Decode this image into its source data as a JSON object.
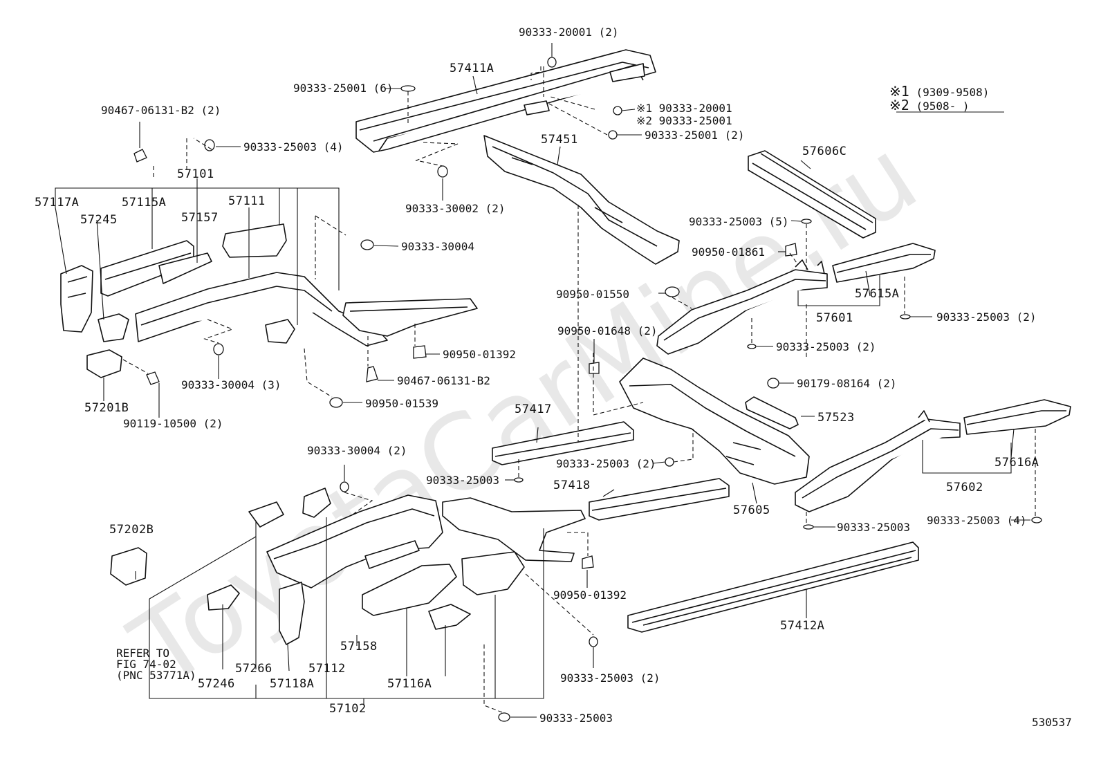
{
  "watermark": "ToyotaCarMine.ru",
  "figure_code": "530537",
  "legend": [
    {
      "mark": "※1",
      "range": "(9309-9508)"
    },
    {
      "mark": "※2",
      "range": "(9508-    )"
    }
  ],
  "labels": {
    "p90333_20001_2": "90333-20001 (2)",
    "p57411a": "57411A",
    "p90333_25001_6": "90333-25001 (6)",
    "p90467_06131_b2_2": "90467-06131-B2 (2)",
    "p90333_25003_4a": "90333-25003 (4)",
    "m1_90333_20001": "※1 90333-20001",
    "m2_90333_25001": "※2 90333-25001",
    "p90333_25001_2": "90333-25001 (2)",
    "p57451": "57451",
    "p57101": "57101",
    "p57117a": "57117A",
    "p57115a": "57115A",
    "p57111": "57111",
    "p57245": "57245",
    "p57157": "57157",
    "p90333_30002_2": "90333-30002 (2)",
    "p57606c": "57606C",
    "p90333_25003_5": "90333-25003 (5)",
    "p90333_30004_a": "90333-30004",
    "p90950_01861": "90950-01861",
    "p57615a": "57615A",
    "p90950_01550": "90950-01550",
    "p57601": "57601",
    "p90333_25003_2a": "90333-25003 (2)",
    "p90950_01648_2": "90950-01648 (2)",
    "p90333_25003_2b": "90333-25003 (2)",
    "p90950_01392_a": "90950-01392",
    "p90333_30004_3": "90333-30004 (3)",
    "p90467_06131_b2": "90467-06131-B2",
    "p57201b": "57201B",
    "p90950_01539": "90950-01539",
    "p90179_08164_2": "90179-08164 (2)",
    "p90119_10500_2": "90119-10500 (2)",
    "p57417": "57417",
    "p57523": "57523",
    "p90333_30004_2": "90333-30004 (2)",
    "p90333_25003_2c": "90333-25003 (2)",
    "p57616a": "57616A",
    "p90333_25003_a": "90333-25003",
    "p57418": "57418",
    "p57602": "57602",
    "p57605": "57605",
    "p57202b": "57202B",
    "p90333_25003_4b": "90333-25003 (4)",
    "p90333_25003_b": "90333-25003",
    "p90950_01392_b": "90950-01392",
    "p57412a": "57412A",
    "refer_line1": "REFER TO",
    "refer_line2": "FIG 74-02",
    "refer_line3": "(PNC 53771A)",
    "p57158": "57158",
    "p90333_25003_2d": "90333-25003 (2)",
    "p57266": "57266",
    "p57112": "57112",
    "p57246": "57246",
    "p57118a": "57118A",
    "p57116a": "57116A",
    "p57102": "57102",
    "p90333_25003_c": "90333-25003"
  }
}
